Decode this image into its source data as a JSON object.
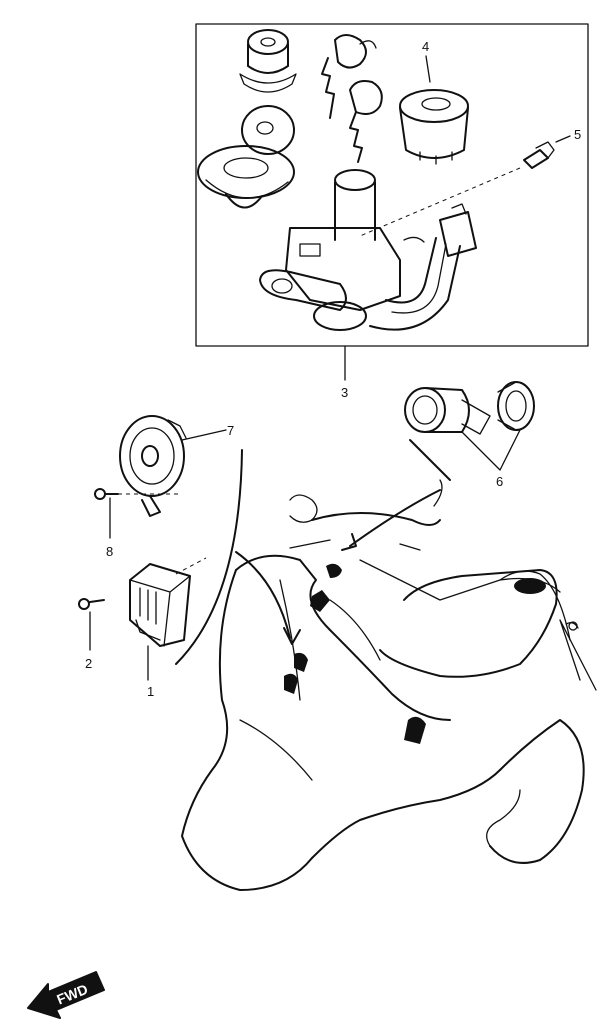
{
  "callouts": [
    {
      "number": "1"
    },
    {
      "number": "2"
    },
    {
      "number": "3"
    },
    {
      "number": "4"
    },
    {
      "number": "5"
    },
    {
      "number": "6"
    },
    {
      "number": "7"
    },
    {
      "number": "8"
    }
  ],
  "direction_badge": {
    "label": "FWD"
  }
}
